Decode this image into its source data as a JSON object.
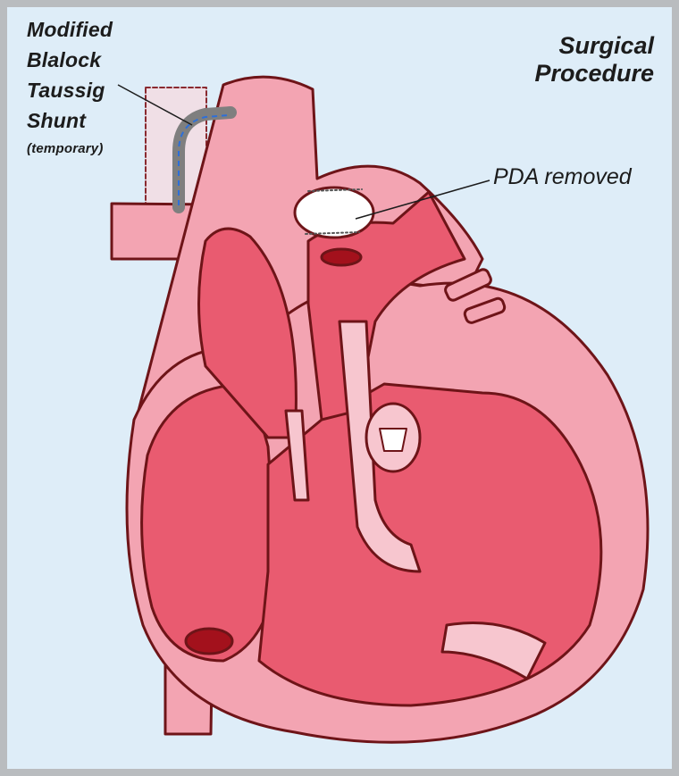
{
  "labels": {
    "shunt": [
      "Modified",
      "Blalock",
      "Taussig",
      "Shunt"
    ],
    "shunt_note": "(temporary)",
    "title": [
      "Surgical",
      "Procedure"
    ],
    "pda": "PDA removed"
  },
  "colors": {
    "background": "#deedf8",
    "border": "#b9bcbf",
    "outline": "#6e1418",
    "wall": "#f3a4b2",
    "chamber": "#e95b70",
    "pale": "#f7c6cf",
    "shunt": "#7f7f7f"
  }
}
